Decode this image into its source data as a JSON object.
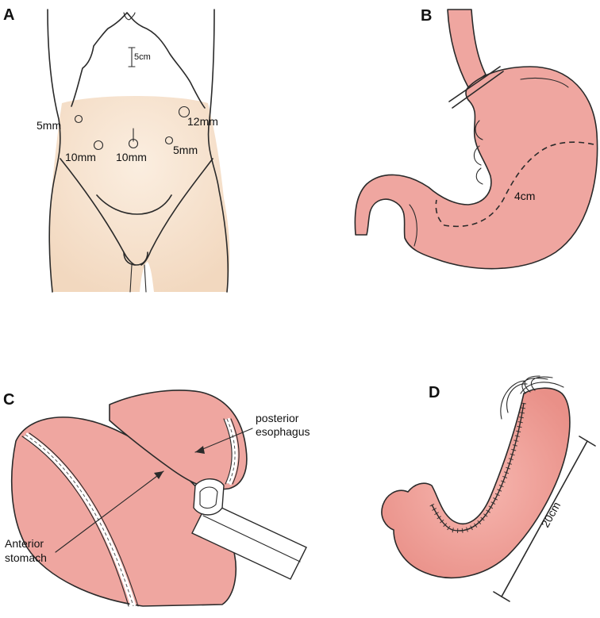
{
  "panels": {
    "a": {
      "letter": "A",
      "scale": "5cm",
      "ports": [
        "5mm",
        "10mm",
        "10mm",
        "5mm",
        "12mm"
      ]
    },
    "b": {
      "letter": "B",
      "measure": "4cm"
    },
    "c": {
      "letter": "C",
      "label_posterior_line1": "posterior",
      "label_posterior_line2": "esophagus",
      "label_anterior_line1": "Anterior",
      "label_anterior_line2": "stomach"
    },
    "d": {
      "letter": "D",
      "measure": "20cm"
    }
  },
  "colors": {
    "skin": "#f6e2cc",
    "stomach": "#efa6a0",
    "ink": "#2a2a2a"
  }
}
